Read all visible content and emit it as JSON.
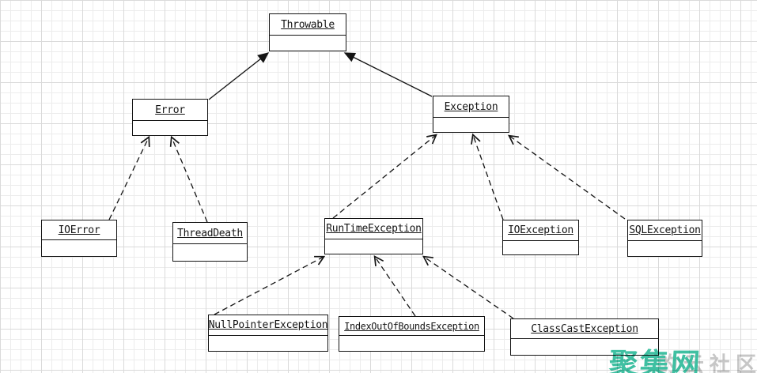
{
  "diagram": {
    "type": "uml-class-inheritance",
    "classes": [
      {
        "name": "Throwable"
      },
      {
        "name": "Error"
      },
      {
        "name": "Exception"
      },
      {
        "name": "IOError"
      },
      {
        "name": "ThreadDeath"
      },
      {
        "name": "RunTimeException"
      },
      {
        "name": "IOException"
      },
      {
        "name": "SQLException"
      },
      {
        "name": "NullPointerException"
      },
      {
        "name": "IndexOutOfBoundsException"
      },
      {
        "name": "ClassCastException"
      }
    ],
    "edges": [
      {
        "from": "Error",
        "to": "Throwable",
        "line": "solid",
        "arrowhead": "filled"
      },
      {
        "from": "Exception",
        "to": "Throwable",
        "line": "solid",
        "arrowhead": "filled"
      },
      {
        "from": "IOError",
        "to": "Error",
        "line": "dashed",
        "arrowhead": "open"
      },
      {
        "from": "ThreadDeath",
        "to": "Error",
        "line": "dashed",
        "arrowhead": "open"
      },
      {
        "from": "RunTimeException",
        "to": "Exception",
        "line": "dashed",
        "arrowhead": "open"
      },
      {
        "from": "IOException",
        "to": "Exception",
        "line": "dashed",
        "arrowhead": "open"
      },
      {
        "from": "SQLException",
        "to": "Exception",
        "line": "dashed",
        "arrowhead": "open"
      },
      {
        "from": "NullPointerException",
        "to": "RunTimeException",
        "line": "dashed",
        "arrowhead": "open"
      },
      {
        "from": "IndexOutOfBoundsException",
        "to": "RunTimeException",
        "line": "dashed",
        "arrowhead": "open"
      },
      {
        "from": "ClassCastException",
        "to": "RunTimeException",
        "line": "dashed",
        "arrowhead": "open"
      }
    ]
  },
  "watermark": {
    "brand": "聚集网",
    "suffix": "的云社区",
    "brand_color": "#3fc0a2",
    "suffix_color": "#c7c7c7"
  }
}
